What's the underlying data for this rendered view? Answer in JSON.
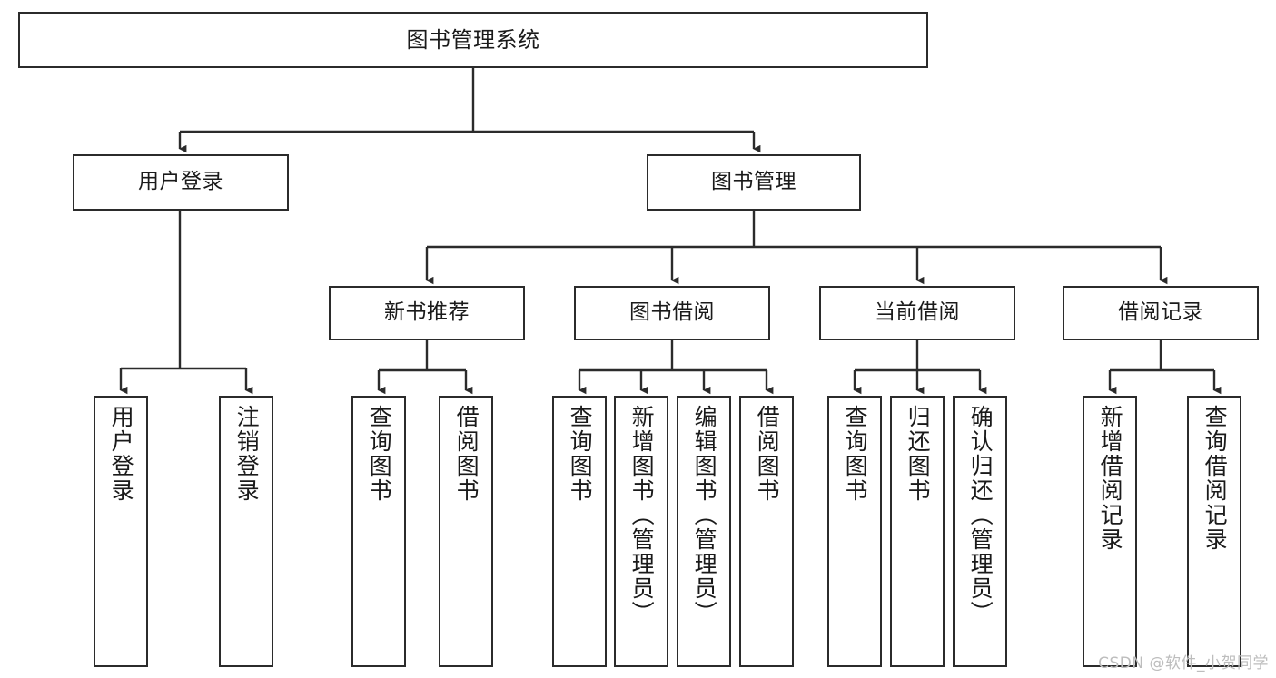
{
  "diagram": {
    "title": "图书管理系统",
    "type": "tree-hierarchy-diagram",
    "orientation": "top-down",
    "colors": {
      "stroke": "#2b2b2b",
      "fill": "#ffffff",
      "text": "#1a1a1a",
      "watermark": "#bdbdbd"
    }
  },
  "watermark": {
    "text": "CSDN @软件_小贺同学"
  },
  "nodes": {
    "root": {
      "label": "图书管理系统",
      "level": 1
    },
    "level2": [
      {
        "id": "user-login",
        "label": "用户登录"
      },
      {
        "id": "book-manage",
        "label": "图书管理"
      }
    ],
    "level3": [
      {
        "id": "new-book-recommend",
        "label": "新书推荐",
        "parent": "book-manage"
      },
      {
        "id": "book-borrow",
        "label": "图书借阅",
        "parent": "book-manage"
      },
      {
        "id": "current-borrow",
        "label": "当前借阅",
        "parent": "book-manage"
      },
      {
        "id": "borrow-record",
        "label": "借阅记录",
        "parent": "book-manage"
      }
    ],
    "leaves": [
      {
        "id": "leaf-user-login",
        "label": "用户登录",
        "parent": "user-login"
      },
      {
        "id": "leaf-logout-login",
        "label": "注销登录",
        "parent": "user-login"
      },
      {
        "id": "leaf-query-book-1",
        "label": "查询图书",
        "parent": "new-book-recommend"
      },
      {
        "id": "leaf-borrow-book-1",
        "label": "借阅图书",
        "parent": "new-book-recommend"
      },
      {
        "id": "leaf-query-book-2",
        "label": "查询图书",
        "parent": "book-borrow"
      },
      {
        "id": "leaf-add-book",
        "label": "新增图书（管理员）",
        "parent": "book-borrow"
      },
      {
        "id": "leaf-edit-book",
        "label": "编辑图书（管理员）",
        "parent": "book-borrow"
      },
      {
        "id": "leaf-borrow-book-2",
        "label": "借阅图书",
        "parent": "book-borrow"
      },
      {
        "id": "leaf-query-book-3",
        "label": "查询图书",
        "parent": "current-borrow"
      },
      {
        "id": "leaf-return-book",
        "label": "归还图书",
        "parent": "current-borrow"
      },
      {
        "id": "leaf-confirm-return",
        "label": "确认归还（管理员）",
        "parent": "current-borrow"
      },
      {
        "id": "leaf-add-record",
        "label": "新增借阅记录",
        "parent": "borrow-record"
      },
      {
        "id": "leaf-query-record",
        "label": "查询借阅记录",
        "parent": "borrow-record"
      }
    ]
  }
}
